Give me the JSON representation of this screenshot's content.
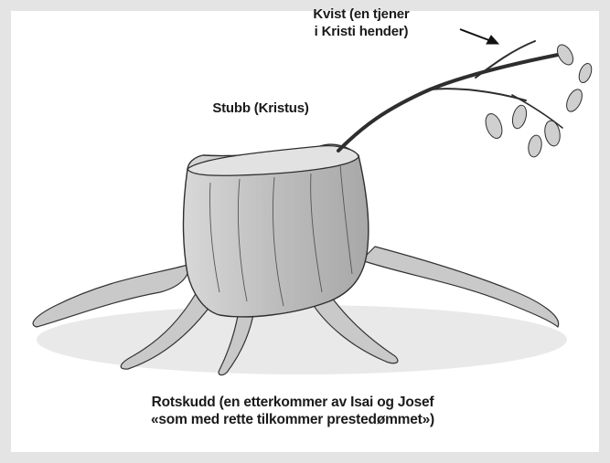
{
  "labels": {
    "twig": [
      "Kvist (en tjener",
      "i Kristi hender)"
    ],
    "stump": "Stubb (Kristus)",
    "root_shoot": [
      "Rotskudd (en etterkommer av Isai og Josef",
      "«som med rette tilkommer prestedømmet»)"
    ]
  },
  "colors": {
    "background": "#e4e4e4",
    "panel": "#ffffff",
    "ink": "#1a1a1a"
  }
}
